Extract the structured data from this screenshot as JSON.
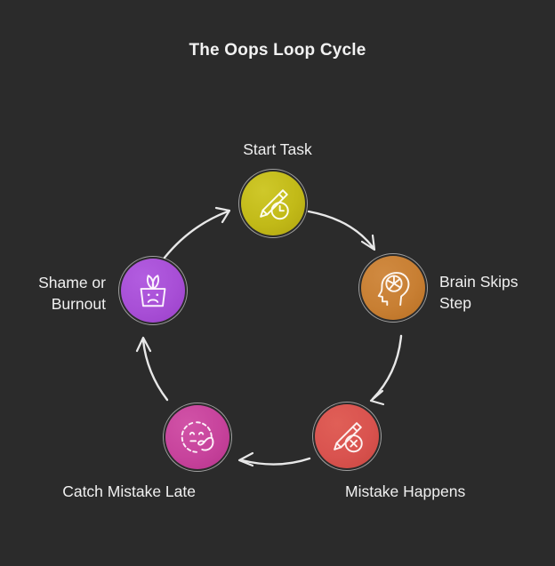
{
  "chart_data": {
    "type": "diagram",
    "diagram_kind": "cycle",
    "title": "The Oops Loop Cycle",
    "background_color": "#2b2b2b",
    "text_color": "#f0f0f0",
    "direction": "clockwise",
    "nodes": [
      {
        "id": "start",
        "label": "Start Task",
        "icon": "pencil-clock-icon",
        "color": "#c2ba18",
        "position": "top",
        "label_align": "center",
        "order": 1
      },
      {
        "id": "brain",
        "label": "Brain Skips Step",
        "icon": "head-brain-icon",
        "color": "#c87f33",
        "position": "upper-right",
        "label_align": "left",
        "order": 2
      },
      {
        "id": "mistake",
        "label": "Mistake Happens",
        "icon": "pencil-error-icon",
        "color": "#d9534f",
        "position": "lower-right",
        "label_align": "left",
        "order": 3
      },
      {
        "id": "catch",
        "label": "Catch Mistake Late",
        "icon": "facepalm-icon",
        "color": "#c7439c",
        "position": "lower-left",
        "label_align": "right",
        "order": 4
      },
      {
        "id": "shame",
        "label": "Shame or Burnout",
        "icon": "sad-plant-pot-icon",
        "color": "#a84fd6",
        "position": "upper-left",
        "label_align": "right",
        "order": 5
      }
    ],
    "edges": [
      {
        "from": "start",
        "to": "brain",
        "style": "curved-arrow",
        "arrowhead": "down-right"
      },
      {
        "from": "brain",
        "to": "mistake",
        "style": "curved-arrow",
        "arrowhead": "down-left"
      },
      {
        "from": "mistake",
        "to": "catch",
        "style": "curved-arrow",
        "arrowhead": "left"
      },
      {
        "from": "catch",
        "to": "shame",
        "style": "curved-arrow",
        "arrowhead": "up"
      },
      {
        "from": "shame",
        "to": "start",
        "style": "curved-arrow",
        "arrowhead": "up-right"
      }
    ],
    "edge_color": "#e8e8e8"
  }
}
